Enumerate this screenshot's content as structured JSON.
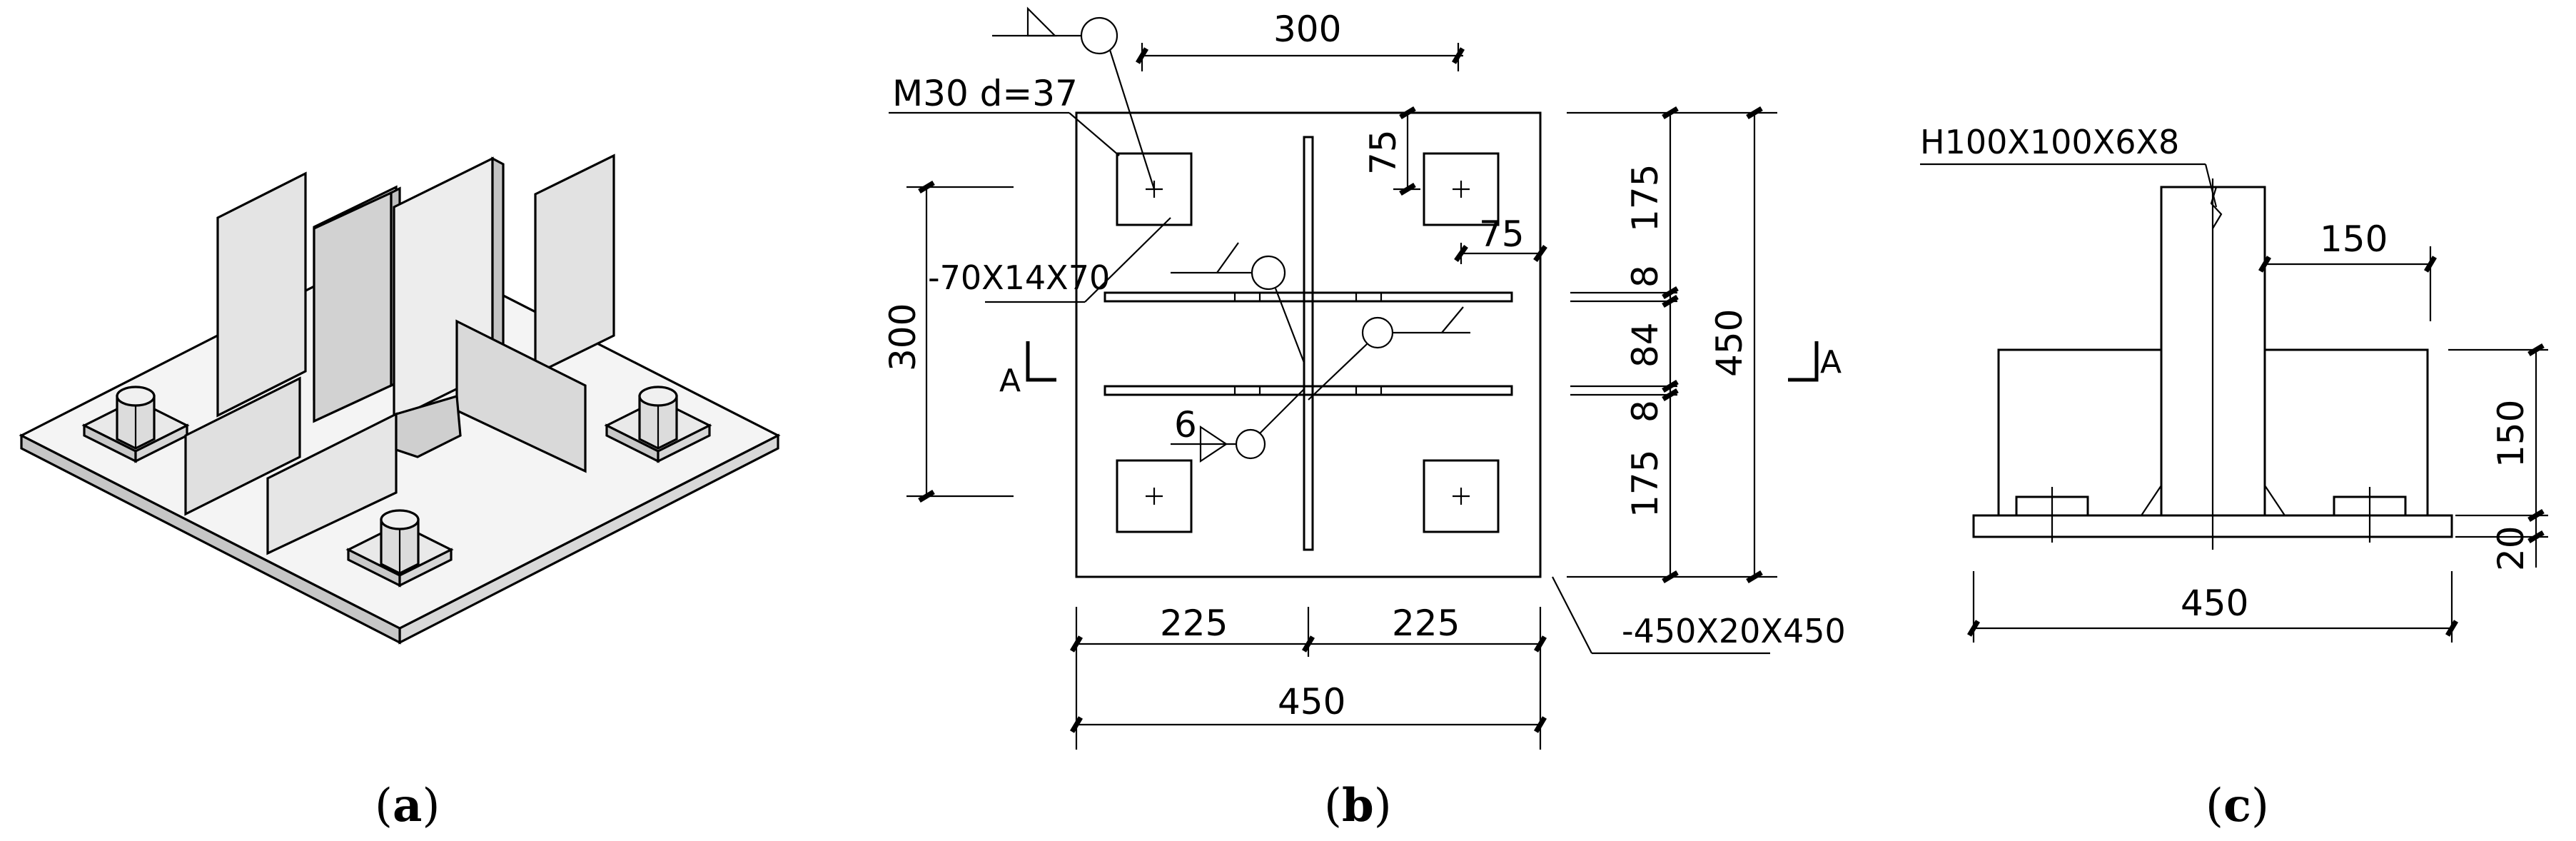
{
  "captions": {
    "a": {
      "open": "(",
      "letter": "a",
      "close": ")"
    },
    "b": {
      "open": "(",
      "letter": "b",
      "close": ")"
    },
    "c": {
      "open": "(",
      "letter": "c",
      "close": ")"
    }
  },
  "plan": {
    "bolt_label": "M30 d=37",
    "washer_label": "-70X14X70",
    "plate_label": "-450X20X450",
    "weld_size": "6",
    "section_mark": "A",
    "dims": {
      "top_bolt_spacing": "300",
      "left_bolt_spacing": "300",
      "bolt_edge_vertical": "75",
      "bolt_edge_horizontal": "75",
      "right_upper": "175",
      "right_rib_1": "8",
      "right_web": "84",
      "right_rib_2": "8",
      "right_lower": "175",
      "right_total": "450",
      "bottom_left": "225",
      "bottom_right": "225",
      "bottom_total": "450"
    }
  },
  "elevation": {
    "column_label": "H100X100X6X8",
    "dims": {
      "stiffener_width": "150",
      "stiffener_height": "150",
      "plate_thickness": "20",
      "base_width": "450"
    }
  }
}
